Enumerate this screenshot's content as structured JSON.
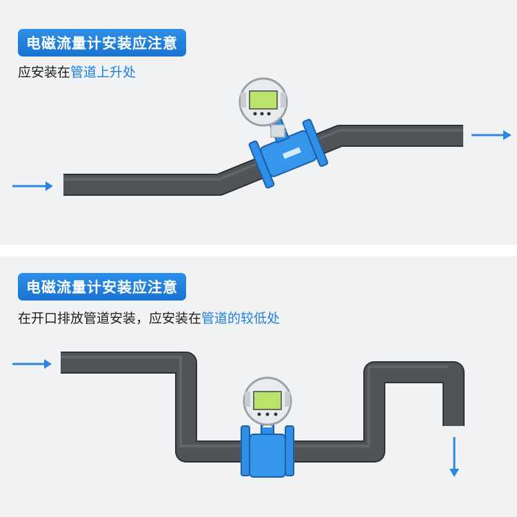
{
  "colors": {
    "accent": "#1f7fe0",
    "tag_bg": "#1a73d1",
    "pipe": "#4a4c4f",
    "meter_blue": "#2f8fe6",
    "arrow": "#2a86e0",
    "panel_bg": "#f1f2f4"
  },
  "panel_top": {
    "tag": "电磁流量计安装应注意",
    "text_plain": "应安装在",
    "text_highlight": "管道上升处"
  },
  "panel_bottom": {
    "tag": "电磁流量计安装应注意",
    "text_plain": "在开口排放管道安装，应安装在",
    "text_highlight": "管道的较低处"
  },
  "icons": [
    "flow-arrow-icon",
    "flowmeter-icon",
    "pipe-icon"
  ]
}
